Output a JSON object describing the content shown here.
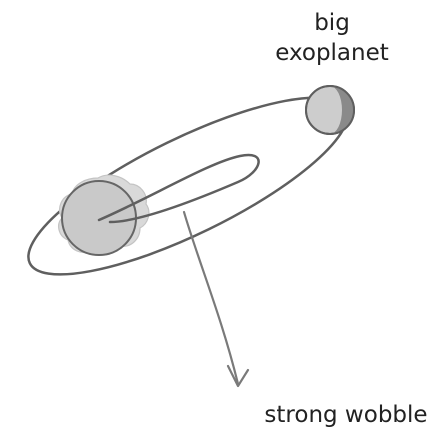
{
  "diagram": {
    "planet_label_line1": "big",
    "planet_label_line2": "exoplanet",
    "wobble_label": "strong wobble"
  },
  "colors": {
    "orbit_stroke": "#5f5f5f",
    "star_fill": "#c9c9c9",
    "star_glow": "#d9d9d9",
    "planet_fill": "#cdcdcd",
    "planet_shadow": "#8a8a8a",
    "arrow_stroke": "#7a7a7a",
    "text": "#222222"
  },
  "icons": {
    "star": "star-icon",
    "planet": "exoplanet-icon",
    "arrow": "wobble-arrow-icon"
  }
}
